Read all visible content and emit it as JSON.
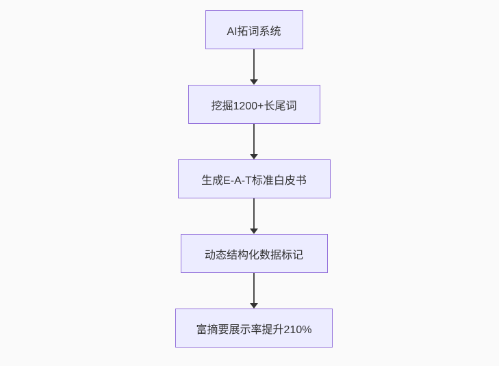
{
  "page": {
    "background_color": "#fafafa"
  },
  "diagram": {
    "type": "flowchart",
    "direction": "top-down",
    "style": {
      "node_fill": "#ECECFF",
      "node_border": "#9370DB",
      "node_text_color": "#333333",
      "arrow_color": "#333333"
    },
    "nodes": [
      {
        "id": "n0",
        "label": "AI拓词系统"
      },
      {
        "id": "n1",
        "label": "挖掘1200+长尾词"
      },
      {
        "id": "n2",
        "label": "生成E-A-T标准白皮书"
      },
      {
        "id": "n3",
        "label": "动态结构化数据标记"
      },
      {
        "id": "n4",
        "label": "富摘要展示率提升210%"
      }
    ],
    "edges": [
      {
        "from": "n0",
        "to": "n1",
        "arrow": "down"
      },
      {
        "from": "n1",
        "to": "n2",
        "arrow": "down"
      },
      {
        "from": "n2",
        "to": "n3",
        "arrow": "down"
      },
      {
        "from": "n3",
        "to": "n4",
        "arrow": "down"
      }
    ]
  }
}
